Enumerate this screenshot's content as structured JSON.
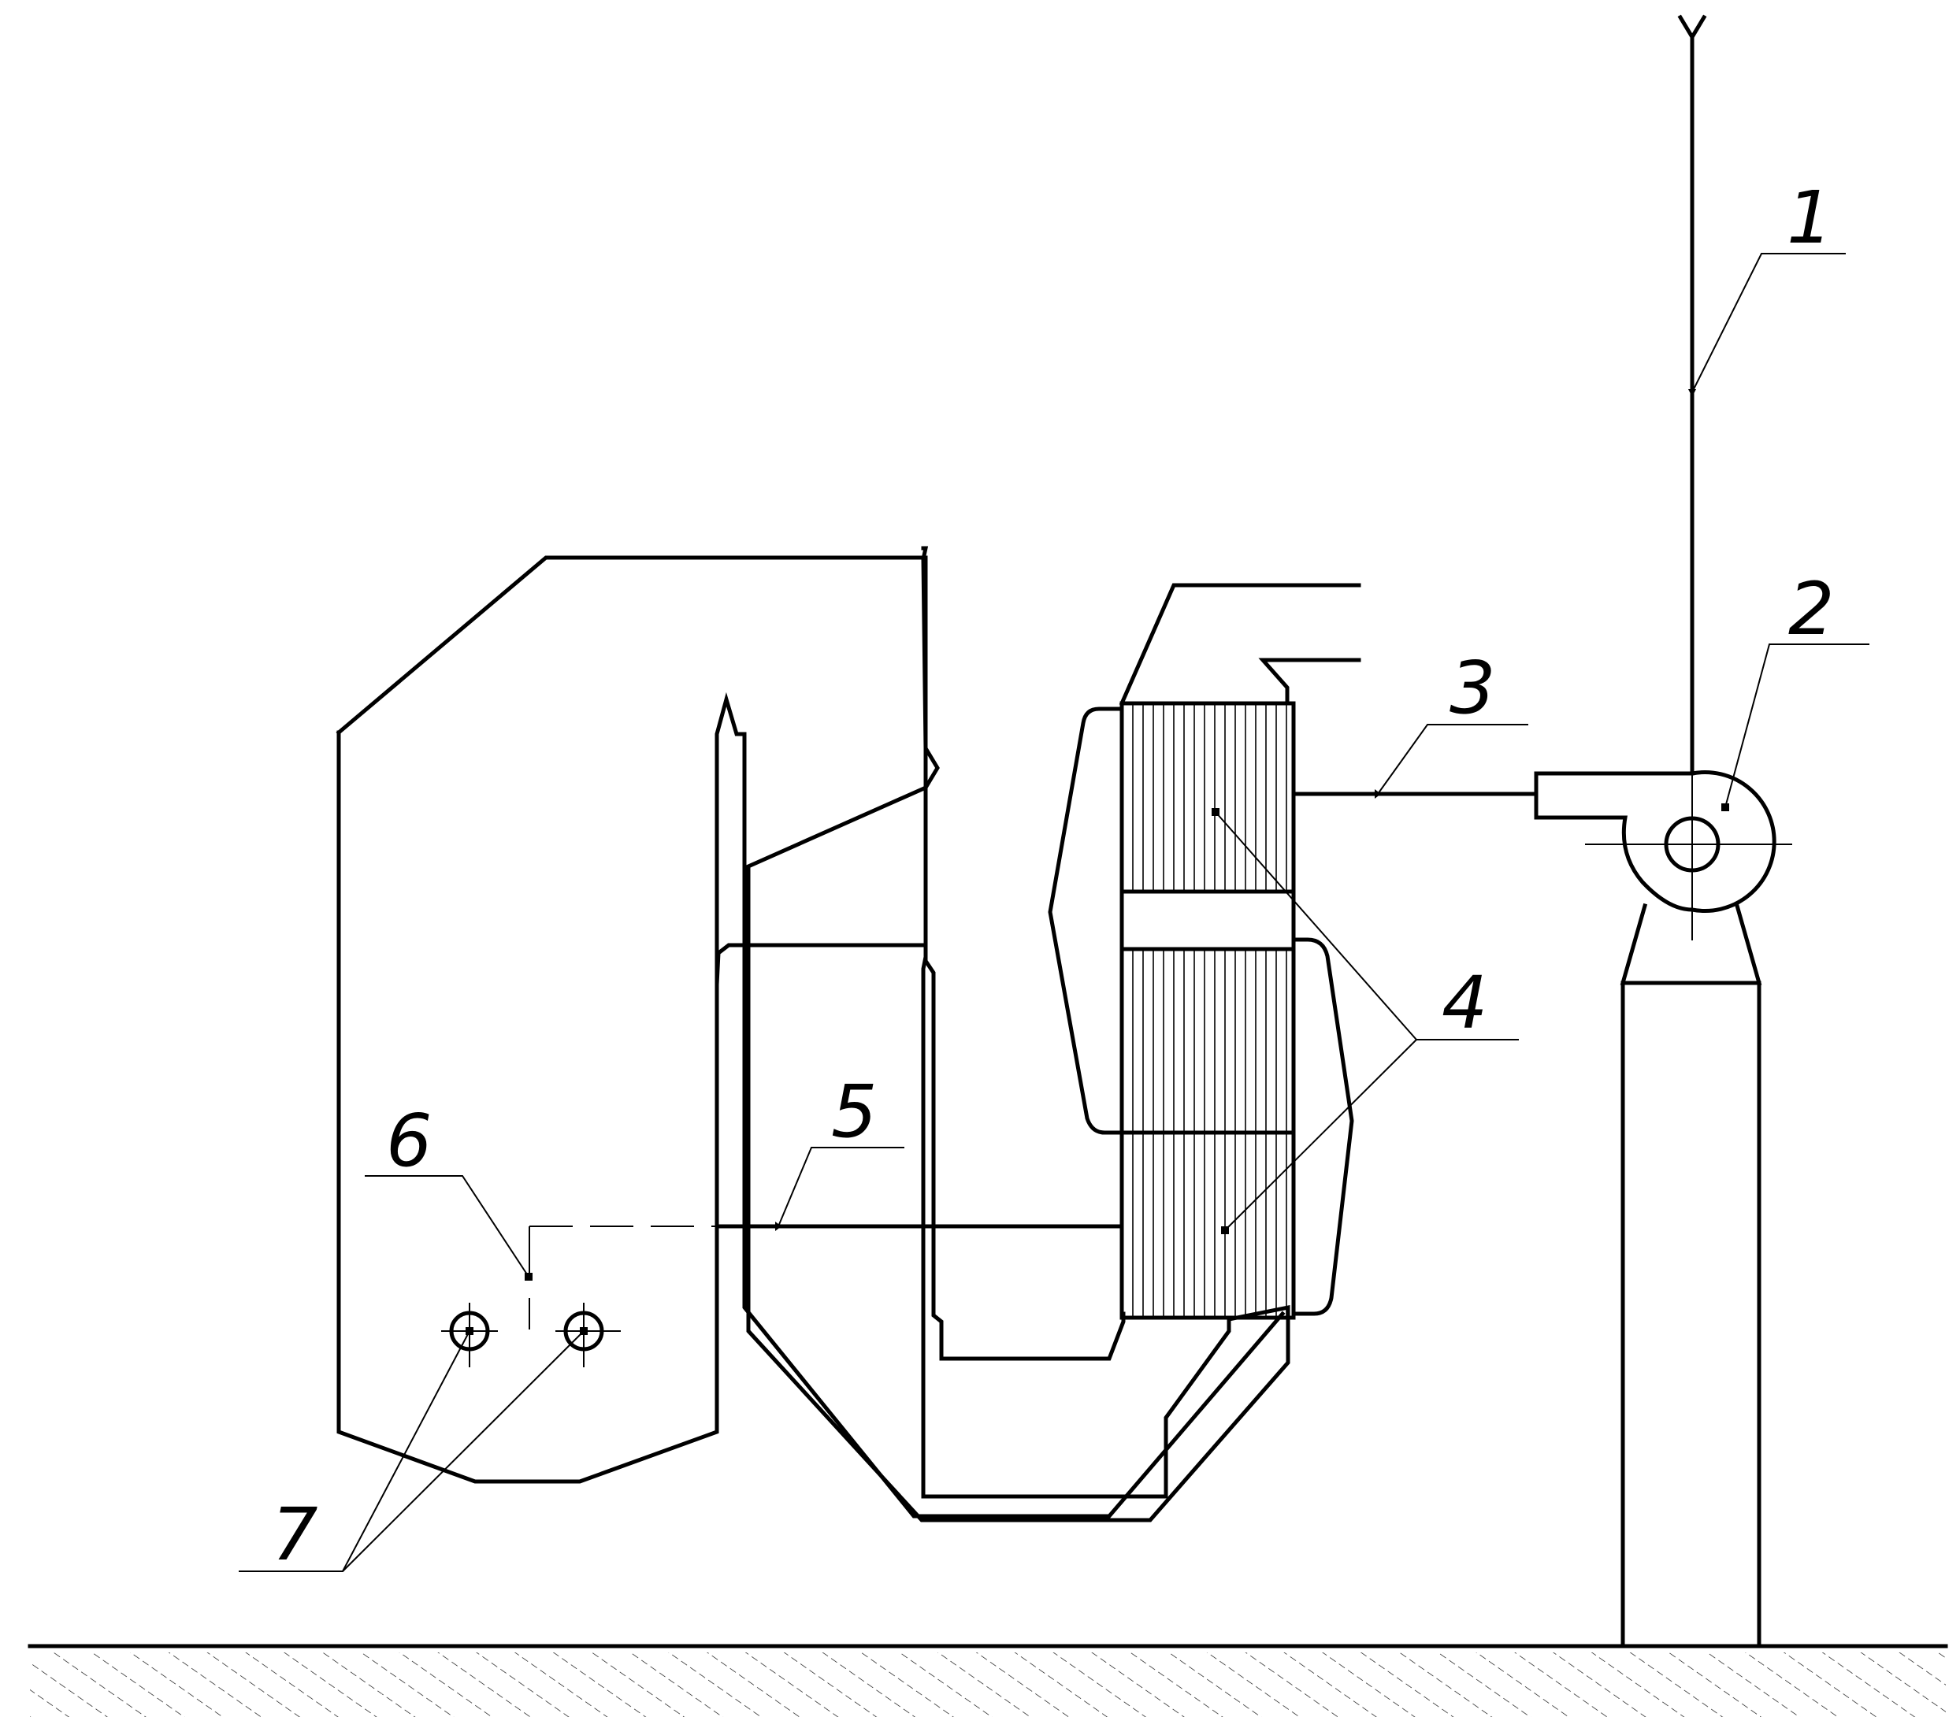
{
  "labels": {
    "chimney": "1",
    "fan": "2",
    "duct_fan": "3",
    "heat_exchanger": "4",
    "duct_furnace": "5",
    "sensor": "6",
    "burners": "7"
  }
}
